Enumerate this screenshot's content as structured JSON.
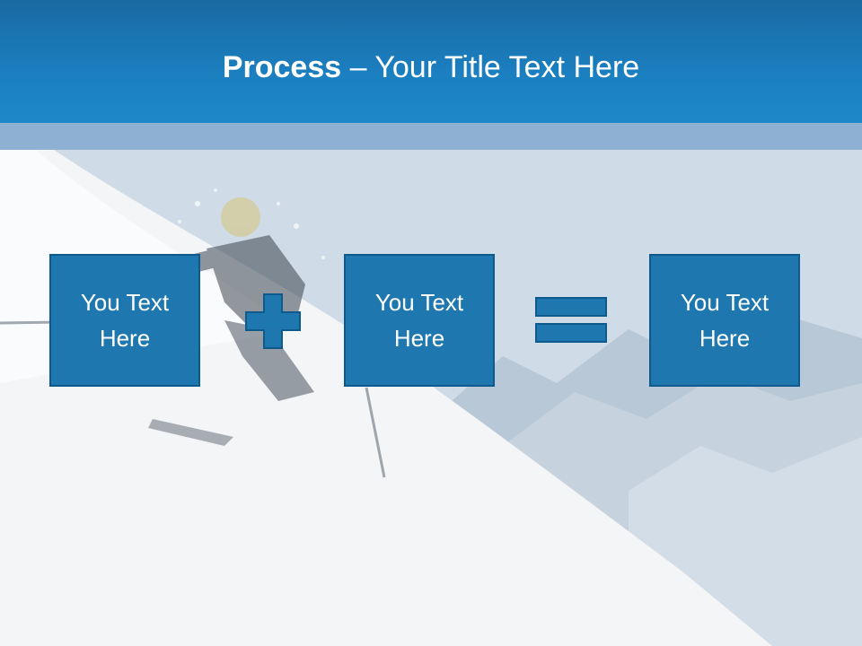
{
  "title": {
    "bold": "Process",
    "rest": " – Your Title Text Here"
  },
  "boxes": [
    {
      "label": "You Text Here"
    },
    {
      "label": "You Text Here"
    },
    {
      "label": "You Text Here"
    }
  ],
  "operators": [
    "plus-icon",
    "equals-icon"
  ],
  "colors": {
    "header": "#1b7fc0",
    "box_fill": "#1e77ae",
    "box_border": "#0f5a8c",
    "band": "#8eb0d3"
  }
}
